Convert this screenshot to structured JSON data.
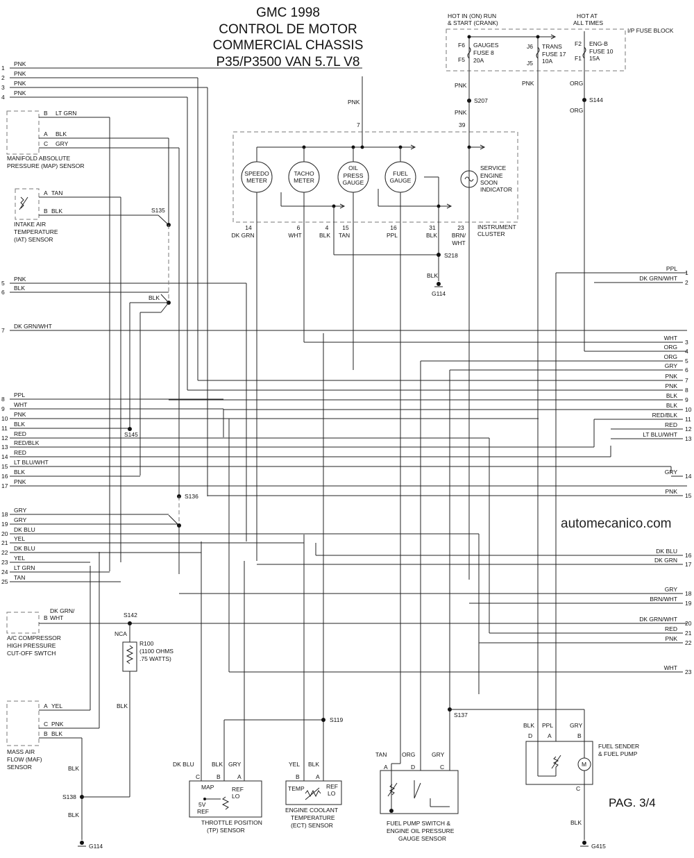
{
  "title": {
    "line1": "GMC 1998",
    "line2": "CONTROL DE MOTOR",
    "line3": "COMMERCIAL CHASSIS",
    "line4": "P35/P3500 VAN 5.7L V8"
  },
  "watermark": "automecanico.com",
  "page": "PAG. 3/4",
  "fuse_block": {
    "hot_run_1": "HOT IN (ON) RUN",
    "hot_run_2": "& START (CRANK)",
    "hot_at_1": "HOT AT",
    "hot_at_2": "ALL TIMES",
    "name": "I/P FUSE BLOCK",
    "f6": "F6",
    "f5": "F5",
    "gauges": "GAUGES",
    "fuse8": "FUSE 8",
    "a20": "20A",
    "j6": "J6",
    "j5": "J5",
    "trans": "TRANS",
    "fuse17": "FUSE 17",
    "a10": "10A",
    "f2": "F2",
    "f1": "F1",
    "engb": "ENG-B",
    "fuse10": "FUSE 10",
    "a15": "15A"
  },
  "cluster": {
    "name1": "INSTRUMENT",
    "name2": "CLUSTER",
    "speedo1": "SPEEDO",
    "speedo2": "METER",
    "tacho1": "TACHO",
    "tacho2": "METER",
    "oil1": "OIL",
    "oil2": "PRESS",
    "oil3": "GAUGE",
    "fuel1": "FUEL",
    "fuel2": "GAUGE",
    "ses1": "SERVICE",
    "ses2": "ENGINE",
    "ses3": "SOON",
    "ses4": "INDICATOR",
    "pin7": "7",
    "pin39": "39",
    "pin14": "14",
    "pin6": "6",
    "pin4": "4",
    "pin15": "15",
    "pin16": "16",
    "pin31": "31",
    "pin23": "23",
    "c14": "DK GRN",
    "c6": "WHT",
    "c4": "BLK",
    "c15": "TAN",
    "c16": "PPL",
    "c31": "BLK",
    "c23a": "BRN/",
    "c23b": "WHT"
  },
  "splices": {
    "s135": "S135",
    "s136": "S136",
    "s145": "S145",
    "s142": "S142",
    "s138": "S138",
    "s207": "S207",
    "s144": "S144",
    "s218": "S218",
    "s119": "S119",
    "s137": "S137"
  },
  "grounds": {
    "g114a": "G114",
    "g114b": "G114",
    "g415": "G415"
  },
  "wire_labels": {
    "pnk": "PNK",
    "org": "ORG",
    "blk": "BLK",
    "yel": "YEL",
    "ppl": "PPL",
    "gry": "GRY",
    "tan": "TAN",
    "dkblu": "DK BLU",
    "nca": "NCA",
    "dkgrn": "DK GRN/",
    "wht": "WHT"
  },
  "left_pins": [
    {
      "num": "1",
      "color": "PNK"
    },
    {
      "num": "2",
      "color": "PNK"
    },
    {
      "num": "3",
      "color": "PNK"
    },
    {
      "num": "4",
      "color": "PNK"
    },
    {
      "num": "5",
      "color": "PNK"
    },
    {
      "num": "6",
      "color": "BLK"
    },
    {
      "num": "7",
      "color": "DK GRN/WHT"
    },
    {
      "num": "8",
      "color": "PPL"
    },
    {
      "num": "9",
      "color": "WHT"
    },
    {
      "num": "10",
      "color": "PNK"
    },
    {
      "num": "11",
      "color": "BLK"
    },
    {
      "num": "12",
      "color": "RED"
    },
    {
      "num": "13",
      "color": "RED/BLK"
    },
    {
      "num": "14",
      "color": "RED"
    },
    {
      "num": "15",
      "color": "LT BLU/WHT"
    },
    {
      "num": "16",
      "color": "BLK"
    },
    {
      "num": "17",
      "color": "PNK"
    },
    {
      "num": "18",
      "color": "GRY"
    },
    {
      "num": "19",
      "color": "GRY"
    },
    {
      "num": "20",
      "color": "DK BLU"
    },
    {
      "num": "21",
      "color": "YEL"
    },
    {
      "num": "22",
      "color": "DK BLU"
    },
    {
      "num": "23",
      "color": "YEL"
    },
    {
      "num": "24",
      "color": "LT GRN"
    },
    {
      "num": "25",
      "color": "TAN"
    }
  ],
  "right_pins": [
    {
      "num": "1",
      "color": "PPL"
    },
    {
      "num": "2",
      "color": "DK GRN/WHT"
    },
    {
      "num": "3",
      "color": "WHT"
    },
    {
      "num": "4",
      "color": "ORG"
    },
    {
      "num": "5",
      "color": "ORG"
    },
    {
      "num": "6",
      "color": "GRY"
    },
    {
      "num": "7",
      "color": "PNK"
    },
    {
      "num": "8",
      "color": "PNK"
    },
    {
      "num": "9",
      "color": "BLK"
    },
    {
      "num": "10",
      "color": "BLK"
    },
    {
      "num": "11",
      "color": "RED/BLK"
    },
    {
      "num": "12",
      "color": "RED"
    },
    {
      "num": "13",
      "color": "LT BLU/WHT"
    },
    {
      "num": "14",
      "color": "GRY"
    },
    {
      "num": "15",
      "color": "PNK"
    },
    {
      "num": "16",
      "color": "DK BLU"
    },
    {
      "num": "17",
      "color": "DK GRN"
    },
    {
      "num": "18",
      "color": "GRY"
    },
    {
      "num": "19",
      "color": "BRN/WHT"
    },
    {
      "num": "20",
      "color": "DK GRN/WHT"
    },
    {
      "num": "21",
      "color": "RED"
    },
    {
      "num": "22",
      "color": "PNK"
    },
    {
      "num": "23",
      "color": "WHT"
    }
  ],
  "map_sensor": {
    "name1": "MANIFOLD ABSOLUTE",
    "name2": "PRESSURE (MAP) SENSOR",
    "pinB": "B",
    "colB": "LT GRN",
    "pinA": "A",
    "colA": "BLK",
    "pinC": "C",
    "colC": "GRY"
  },
  "iat_sensor": {
    "name1": "INTAKE AIR",
    "name2": "TEMPERATURE",
    "name3": "(IAT) SENSOR",
    "pinA": "A",
    "colA": "TAN",
    "pinB": "B",
    "colB": "BLK"
  },
  "ac_switch": {
    "name1": "A/C COMPRESSOR",
    "name2": "HIGH PRESSURE",
    "name3": "CUT-OFF SWTCH",
    "pinB": "B",
    "col1": "DK GRN/",
    "col2": "WHT"
  },
  "resistor": {
    "name": "R100",
    "val1": "(1100 OHMS",
    "val2": ".75 WATTS)"
  },
  "maf_sensor": {
    "name1": "MASS AIR",
    "name2": "FLOW (MAF)",
    "name3": "SENSOR",
    "pinA": "A",
    "colA": "YEL",
    "pinC": "C",
    "colC": "PNK",
    "pinB": "B",
    "colB": "BLK"
  },
  "tp_sensor": {
    "name1": "THROTTLE POSITION",
    "name2": "(TP) SENSOR",
    "map": "MAP",
    "v5": "5V",
    "ref": "REF",
    "refa": "REF",
    "lo": "LO",
    "pinC": "C",
    "pinB": "B",
    "pinA": "A",
    "colC": "DK BLU",
    "colB": "BLK",
    "colA": "GRY"
  },
  "ect_sensor": {
    "name1": "ENGINE COOLANT",
    "name2": "TEMPERATURE",
    "name3": "(ECT) SENSOR",
    "temp": "TEMP",
    "ref": "REF",
    "lo": "LO",
    "pinB": "B",
    "pinA": "A",
    "colB": "YEL",
    "colA": "BLK"
  },
  "fuel_pump_switch": {
    "name1": "FUEL PUMP SWITCH &",
    "name2": "ENGINE OIL PRESSURE",
    "name3": "GAUGE SENSOR",
    "pinA": "A",
    "pinD": "D",
    "pinC": "C",
    "colA": "TAN",
    "colD": "ORG",
    "colC": "GRY"
  },
  "fuel_sender": {
    "name1": "FUEL SENDER",
    "name2": "& FUEL PUMP",
    "m": "M",
    "pinD": "D",
    "pinA": "A",
    "pinB": "B",
    "pinC": "C",
    "colD": "BLK",
    "colA": "PPL",
    "colB": "GRY",
    "colC": "BLK"
  }
}
